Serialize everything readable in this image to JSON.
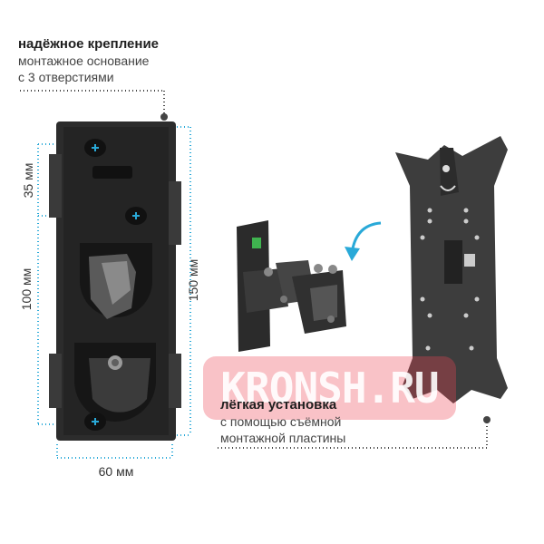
{
  "top_caption": {
    "title": "надёжное крепление",
    "line1": "монтажное основание",
    "line2": "с 3 отверстиями"
  },
  "bottom_caption": {
    "title": "лёгкая установка",
    "line1": "с помощью съёмной",
    "line2": "монтажной пластины"
  },
  "dimensions": {
    "top_gap": "35 мм",
    "hole_spacing": "100 мм",
    "total_height": "150 мм",
    "width": "60 мм"
  },
  "watermark": "KRONSH.RU",
  "colors": {
    "guide_dots": "#29a9d8",
    "leader_dots": "#444444",
    "screw_mark": "#29a9d8",
    "level_green": "#3fb34f",
    "metal": "#2e2e2e",
    "watermark": "#ec4656"
  }
}
